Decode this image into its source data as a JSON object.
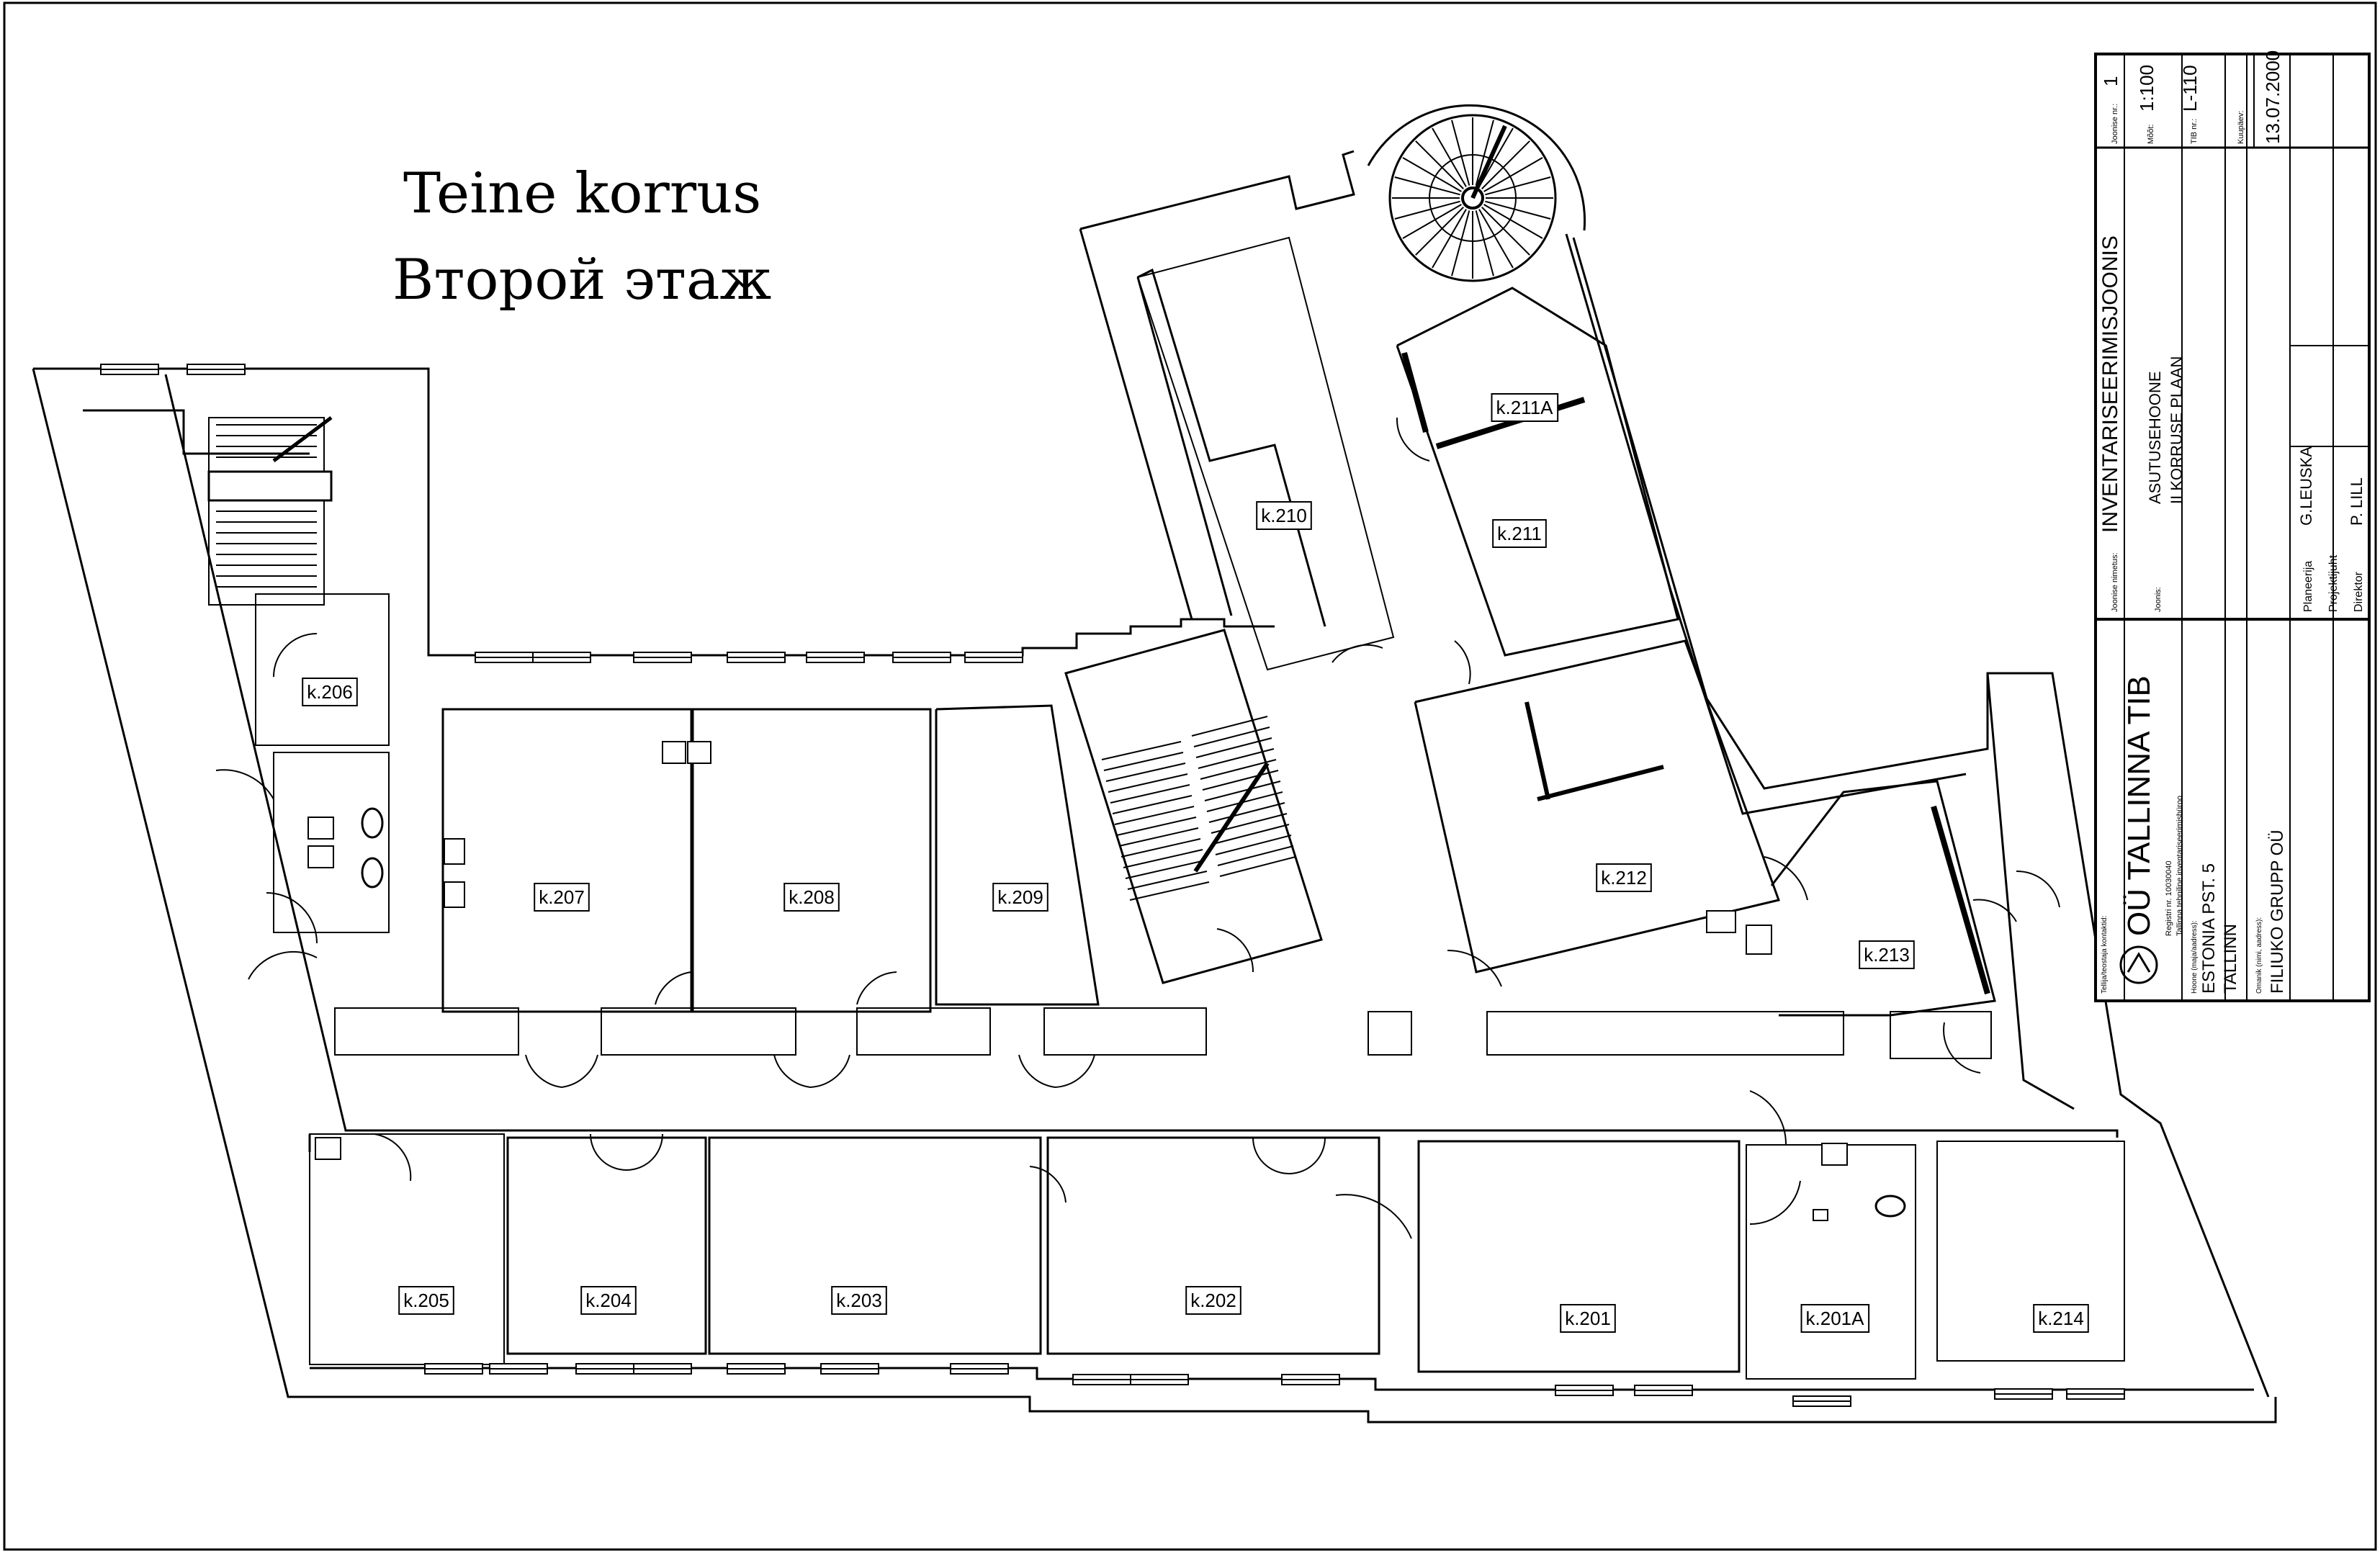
{
  "title": {
    "line1": "Teine korrus",
    "line2": "Второй этаж"
  },
  "rooms": [
    {
      "id": "k205",
      "label": "k.205"
    },
    {
      "id": "k204",
      "label": "k.204"
    },
    {
      "id": "k203",
      "label": "k.203"
    },
    {
      "id": "k202",
      "label": "k.202"
    },
    {
      "id": "k201",
      "label": "k.201"
    },
    {
      "id": "k201a",
      "label": "k.201A"
    },
    {
      "id": "k214",
      "label": "k.214"
    },
    {
      "id": "k206",
      "label": "k.206"
    },
    {
      "id": "k207",
      "label": "k.207"
    },
    {
      "id": "k208",
      "label": "k.208"
    },
    {
      "id": "k209",
      "label": "k.209"
    },
    {
      "id": "k210",
      "label": "k.210"
    },
    {
      "id": "k211",
      "label": "k.211"
    },
    {
      "id": "k211a",
      "label": "k.211A"
    },
    {
      "id": "k212",
      "label": "k.212"
    },
    {
      "id": "k213",
      "label": "k.213"
    }
  ],
  "title_block": {
    "sheet_label": "Joonise nr.:",
    "sheet_number": "1",
    "scale_label": "Mõõt:",
    "scale": "1:100",
    "tib_label": "TIB nr.:",
    "tib_number": "L-110",
    "date_label": "Kuupäev:",
    "date": "13.07.2000",
    "drawing_type_label": "Joonise nimetus:",
    "drawing_type": "INVENTARISEERIMISJOONIS",
    "drawing_label": "Joonis:",
    "drawing_line1": "ASUTUSEHOONE",
    "drawing_line2": "II KORRUSE PLAAN",
    "planner_label": "Planeerija",
    "planner": "G.LEUSKA",
    "project_lead_label": "Projektijuht",
    "project_lead": "",
    "director_label": "Direktor",
    "director": "P. LILL",
    "company_label": "Tellija/teostaja kontaktid:",
    "company": "OÜ TALLINNA TIB",
    "company_note1": "Registri nr. 10030040",
    "company_note2": "Tallinna tehniline inventariseerimisbüroo",
    "address_label": "Hoone (maja/aadress):",
    "address_line1": "ESTONIA PST. 5",
    "address_line2": "TALLINN",
    "owner_label": "Omanik (nimi, aadress):",
    "owner": "FILIUKO GRUPP OÜ"
  }
}
